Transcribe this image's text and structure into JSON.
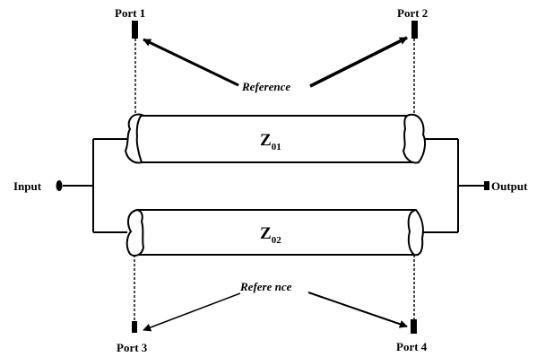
{
  "ports": {
    "port1": "Port 1",
    "port2": "Port 2",
    "port3": "Port 3",
    "port4": "Port 4"
  },
  "io": {
    "input": "Input",
    "output": "Output"
  },
  "reference": {
    "top": "Reference",
    "bottom": "Refere nce"
  },
  "lines": {
    "top": {
      "symbol": "Z",
      "subscript": "01"
    },
    "bottom": {
      "symbol": "Z",
      "subscript": "02"
    }
  }
}
